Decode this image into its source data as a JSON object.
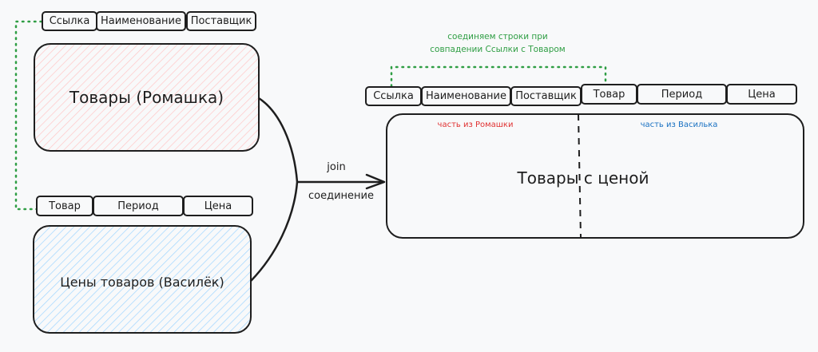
{
  "colors": {
    "stroke": "#1e1e1e",
    "background": "#f8f9fa",
    "romashka_fill": "#ffc9c9",
    "vasilek_fill": "#a5d8ff",
    "link_green": "#2f9e44",
    "note_red": "#e03131",
    "note_blue": "#1971c2"
  },
  "romashka": {
    "title": "Товары (Ромашка)",
    "fields": [
      "Ссылка",
      "Наименование",
      "Поставщик"
    ]
  },
  "vasilek": {
    "title": "Цены товаров (Василёк)",
    "fields": [
      "Товар",
      "Период",
      "Цена"
    ]
  },
  "join": {
    "label_top": "join",
    "label_bottom": "соединение"
  },
  "result": {
    "title": "Товары с ценой",
    "fields": [
      "Ссылка",
      "Наименование",
      "Поставщик",
      "Товар",
      "Период",
      "Цена"
    ],
    "left_note": "часть из Ромашки",
    "right_note": "часть из Василька",
    "match_note_line1": "соединяем строки при",
    "match_note_line2": "совпадении Ссылки с Товаром"
  }
}
